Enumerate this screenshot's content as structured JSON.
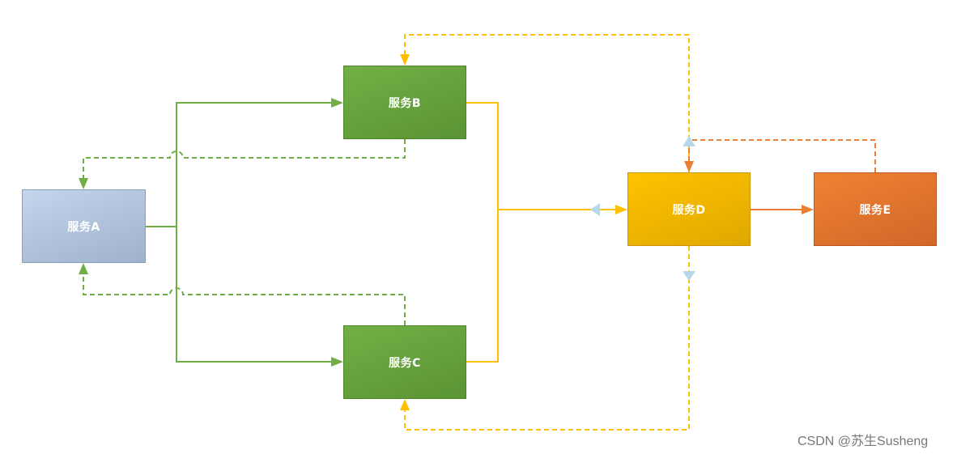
{
  "nodes": {
    "a": {
      "label": "服务A"
    },
    "b": {
      "label": "服务B"
    },
    "c": {
      "label": "服务C"
    },
    "d": {
      "label": "服务D"
    },
    "e": {
      "label": "服务E"
    }
  },
  "colors": {
    "green": "#70ad47",
    "yellow": "#ffc000",
    "orange": "#ed7d31",
    "hint": "#b7d7ea"
  },
  "watermark": "CSDN @苏生Susheng"
}
